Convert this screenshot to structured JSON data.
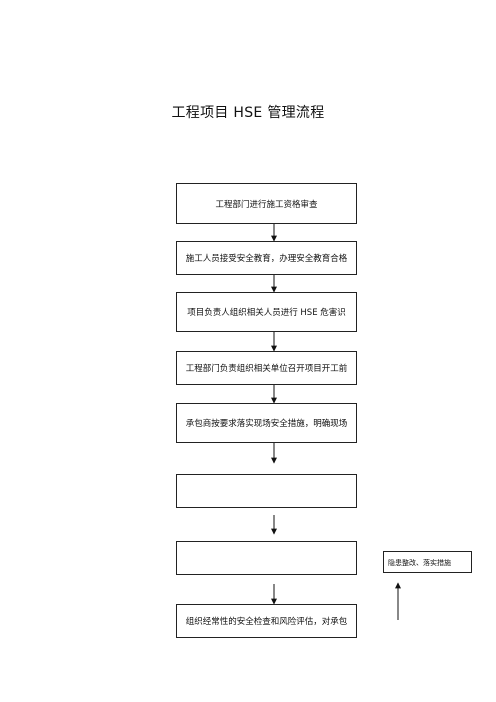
{
  "title": "工程项目 HSE 管理流程",
  "steps": [
    "工程部门进行施工资格审查",
    "施工人员接受安全教育，办理安全教育合格",
    "项目负责人组织相关人员进行 HSE 危害识",
    "工程部门负责组织相关单位召开项目开工前",
    "承包商按要求落实现场安全措施，明确现场",
    "",
    "",
    "组织经常性的安全检查和风险评估，对承包"
  ],
  "side_box": "隐患整改、落实措施"
}
